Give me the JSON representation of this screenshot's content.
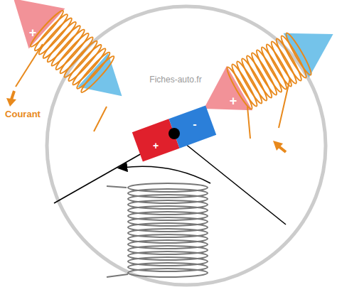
{
  "diagram": {
    "labels": [
      "+",
      "-",
      "+",
      "+",
      "-",
      "Fiches-auto.fr",
      "Courant"
    ]
  }
}
